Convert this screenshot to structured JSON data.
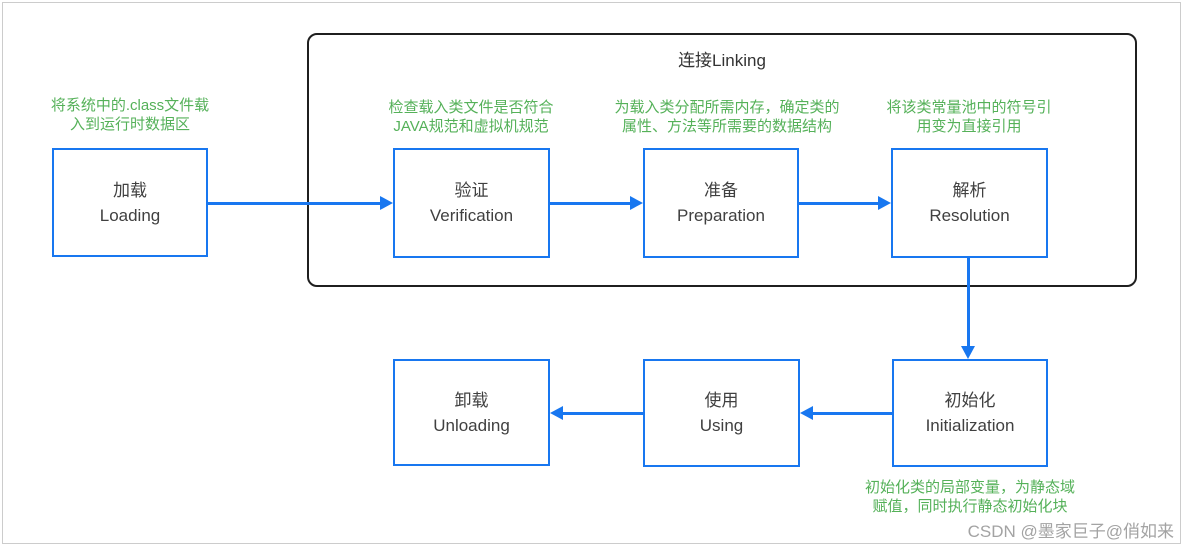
{
  "group": {
    "title": "连接Linking"
  },
  "nodes": {
    "loading": {
      "zh": "加载",
      "en": "Loading"
    },
    "verification": {
      "zh": "验证",
      "en": "Verification"
    },
    "preparation": {
      "zh": "准备",
      "en": "Preparation"
    },
    "resolution": {
      "zh": "解析",
      "en": "Resolution"
    },
    "initialization": {
      "zh": "初始化",
      "en": "Initialization"
    },
    "using": {
      "zh": "使用",
      "en": "Using"
    },
    "unloading": {
      "zh": "卸载",
      "en": "Unloading"
    }
  },
  "annotations": {
    "loading": {
      "line1": "将系统中的.class文件载",
      "line2": "入到运行时数据区"
    },
    "verification": {
      "line1": "检查载入类文件是否符合",
      "line2": "JAVA规范和虚拟机规范"
    },
    "preparation": {
      "line1": "为载入类分配所需内存，确定类的",
      "line2": "属性、方法等所需要的数据结构"
    },
    "resolution": {
      "line1": "将该类常量池中的符号引",
      "line2": "用变为直接引用"
    },
    "initialization": {
      "line1": "初始化类的局部变量，为静态域",
      "line2": "赋值，同时执行静态初始化块"
    }
  },
  "watermark": "CSDN @墨家巨子@俏如来",
  "colors": {
    "node_border": "#1877f0",
    "arrow": "#1877f0",
    "annotation_green": "#55b159",
    "group_border": "#1f1f1f",
    "node_text": "#404040",
    "watermark_gray": "#a3a3a3"
  }
}
